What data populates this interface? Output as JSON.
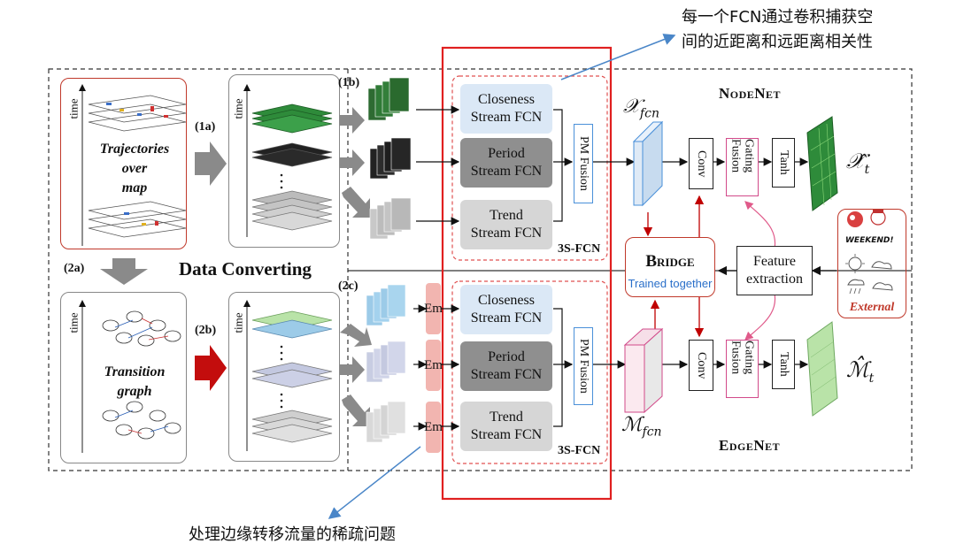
{
  "annotations": {
    "top_line1": "每一个FCN通过卷积捕获空",
    "top_line2": "间的近距离和远距离相关性",
    "bottom": "处理边缘转移流量的稀疏问题"
  },
  "left": {
    "time": "time",
    "trajectories": [
      "Trajectories",
      "over",
      "map"
    ],
    "transition": [
      "Transition",
      "graph"
    ],
    "data_converting": "Data Converting"
  },
  "steps": {
    "s1a": "(1a)",
    "s1b": "(1b)",
    "s2a": "(2a)",
    "s2b": "(2b)",
    "s2c": "(2c)"
  },
  "fcn": {
    "closeness": [
      "Closeness",
      "Stream FCN"
    ],
    "period": [
      "Period",
      "Stream FCN"
    ],
    "trend": [
      "Trend",
      "Stream FCN"
    ],
    "pm_fusion": "PM Fusion",
    "label": "3S-FCN",
    "em": "Em"
  },
  "right": {
    "nodenet": "NodeNet",
    "edgenet": "EdgeNet",
    "bridge": "Bridge",
    "trained_together": "Trained together",
    "feature_extraction": [
      "Feature",
      "extraction"
    ],
    "external": "External",
    "weekend": "WEEKEND!",
    "conv": "Conv",
    "gating_fusion": "Gating Fusion",
    "tanh": "Tanh",
    "x_fcn": "𝒳",
    "x_fcn_sub": "fcn",
    "m_fcn": "ℳ",
    "m_fcn_sub": "fcn",
    "x_hat": "𝒳̂",
    "x_hat_sub": "t",
    "m_hat": "ℳ̂",
    "m_hat_sub": "t"
  },
  "colors": {
    "highlight_red": "#e02020",
    "pink": "#e05a8a",
    "blue_arrow": "#4a86c8",
    "dark_red_arrow": "#c00000",
    "green_map": "#2e8b3a",
    "blue_layer": "#9ccbe8"
  }
}
